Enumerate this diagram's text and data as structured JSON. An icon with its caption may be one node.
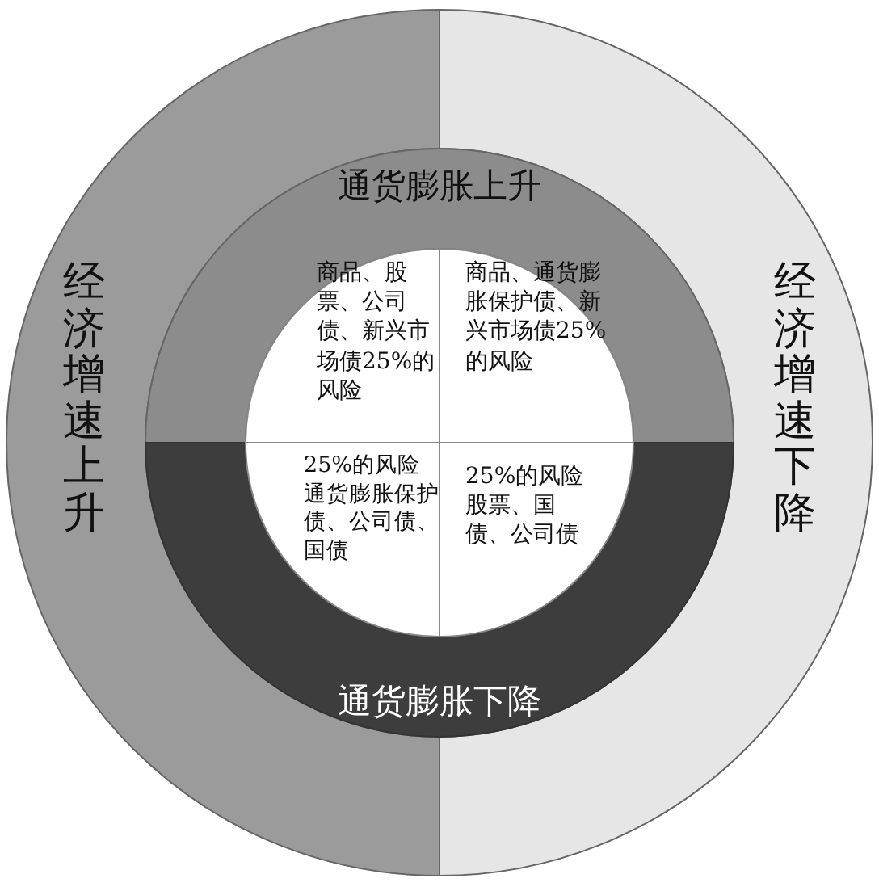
{
  "diagram": {
    "nodes": [
      {
        "text": [
          "经济增速上升"
        ]
      },
      {
        "text": [
          "经济增速下降"
        ]
      },
      {
        "text": [
          "通货膨胀上升"
        ]
      },
      {
        "text": [
          "通货膨胀下降"
        ]
      },
      {
        "text": [
          "商品、股票、公司债、新兴市场债25%的风险"
        ]
      },
      {
        "text": [
          "商品、通货膨胀保护债、新兴市场债25%的风险"
        ]
      },
      {
        "text": [
          "25%的风险通货膨胀保护债、公司债、国债"
        ]
      },
      {
        "text": [
          "25%的风险股票、国债、公司债"
        ]
      }
    ]
  }
}
